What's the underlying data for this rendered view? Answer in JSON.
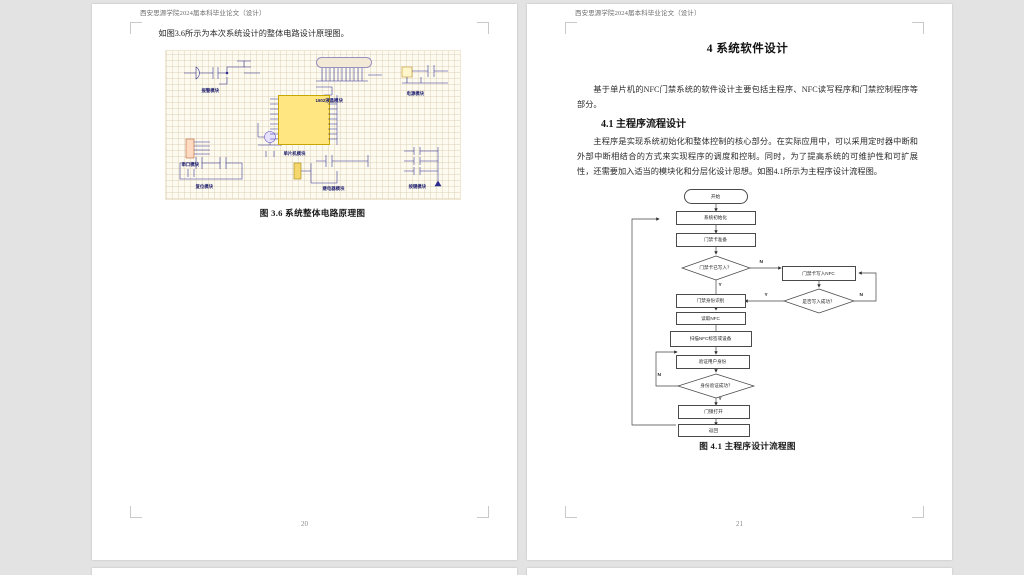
{
  "app": {
    "background_color": "#e3e3e3",
    "page_color": "#ffffff"
  },
  "pages": [
    {
      "id": "page-20",
      "header": "西安思源学院2024届本科毕业论文（设计）",
      "page_number": "20",
      "paragraphs": [
        "如图3.6所示为本次系统设计的整体电路设计原理图。"
      ],
      "figure": {
        "caption": "图 3.6 系统整体电路原理图",
        "type": "circuit-schematic",
        "module_labels": [
          "报警模块",
          "串口模块",
          "1602液晶模块",
          "电源模块",
          "复位模块",
          "单片机模块",
          "继电器模块",
          "按键模块"
        ]
      }
    },
    {
      "id": "page-21",
      "header": "西安思源学院2024届本科毕业论文（设计）",
      "page_number": "21",
      "heading1": "4  系统软件设计",
      "paragraphs": [
        "基于单片机的NFC门禁系统的软件设计主要包括主程序、NFC读写程序和门禁控制程序等部分。"
      ],
      "heading2": "4.1  主程序流程设计",
      "paragraphs2": [
        "主程序是实现系统初始化和整体控制的核心部分。在实际应用中，可以采用定时器中断和外部中断相结合的方式来实现程序的调度和控制。同时，为了提高系统的可维护性和可扩展性，还需要加入适当的模块化和分层化设计思想。如图4.1所示为主程序设计流程图。"
      ],
      "figure": {
        "caption": "图 4.1 主程序设计流程图",
        "type": "flowchart",
        "nodes": [
          {
            "id": "start",
            "shape": "terminator",
            "text": "开始"
          },
          {
            "id": "init",
            "shape": "process",
            "text": "系统初始化"
          },
          {
            "id": "prep",
            "shape": "process",
            "text": "门禁卡准备"
          },
          {
            "id": "d1",
            "shape": "decision",
            "text": "门禁卡已写入？"
          },
          {
            "id": "write",
            "shape": "process",
            "text": "门禁卡写入NFC"
          },
          {
            "id": "d2",
            "shape": "decision",
            "text": "是否写入成功？"
          },
          {
            "id": "ident",
            "shape": "process",
            "text": "门禁身份识别"
          },
          {
            "id": "read",
            "shape": "process",
            "text": "读取NFC"
          },
          {
            "id": "scan",
            "shape": "process",
            "text": "扫描NFC标签或设备"
          },
          {
            "id": "verify",
            "shape": "process",
            "text": "验证用户身份"
          },
          {
            "id": "d3",
            "shape": "decision",
            "text": "身份验证成功？"
          },
          {
            "id": "open",
            "shape": "process",
            "text": "门锁打开"
          },
          {
            "id": "ret",
            "shape": "process",
            "text": "返回"
          }
        ],
        "edge_labels": [
          "N",
          "Y",
          "Y",
          "N",
          "N",
          "Y"
        ]
      }
    }
  ]
}
